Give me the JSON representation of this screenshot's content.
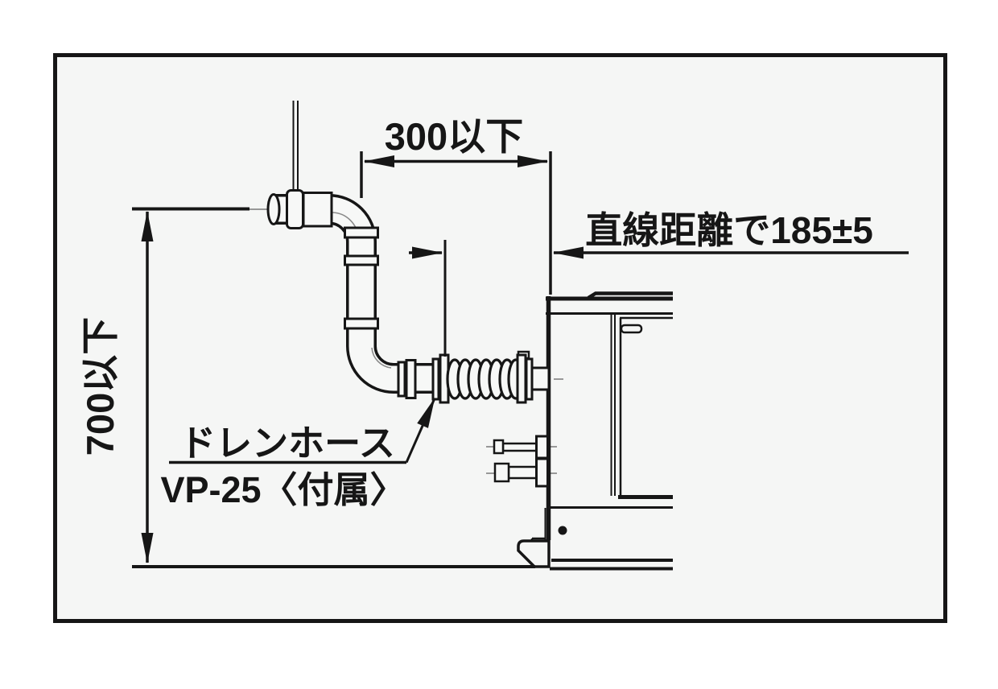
{
  "figure": {
    "type": "installation-drawing",
    "colors": {
      "line": "#161616",
      "background": "#f5f6f5",
      "pipe_fill": "#f7f8f7",
      "centerline": "#8a8a8a"
    },
    "dimensions": {
      "top_width": {
        "label": "300以下"
      },
      "straight_distance": {
        "label": "直線距離で185±5"
      },
      "height": {
        "label": "700以下"
      }
    },
    "annotations": {
      "drain_hose_name": "ドレンホース",
      "drain_hose_spec": "VP-25〈付属〉"
    }
  }
}
